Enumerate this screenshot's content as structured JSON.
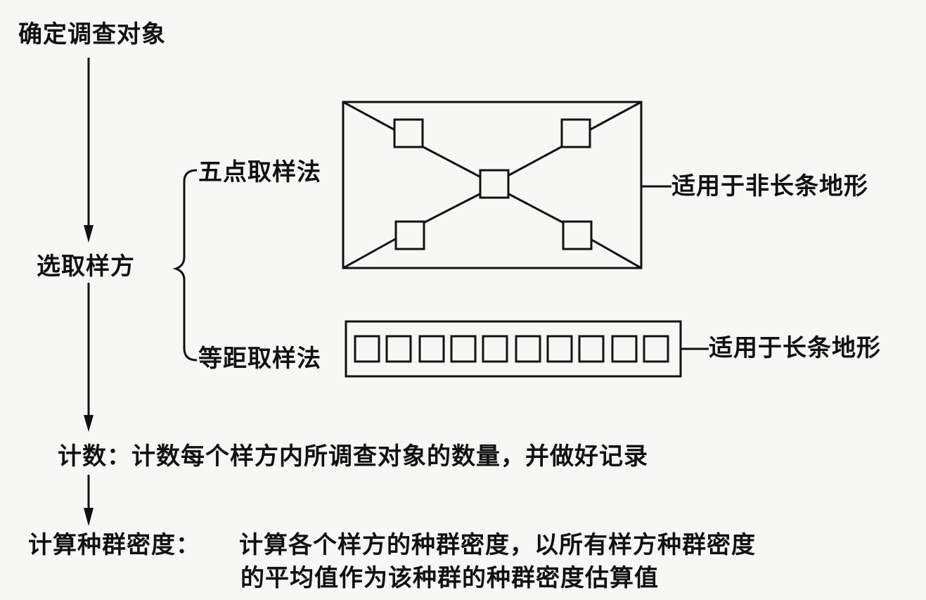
{
  "steps": {
    "step1": "确定调查对象",
    "step2": "选取样方",
    "step3": "计数：计数每个样方内所调查对象的数量，并做好记录",
    "step4_label": "计算种群密度：",
    "step4_line1": "计算各个样方的种群密度，以所有样方种群密度",
    "step4_line2": "的平均值作为该种群的种群密度估算值"
  },
  "methods": [
    {
      "name": "五点取样法",
      "note": "适用于非长条地形",
      "sample_count": 5
    },
    {
      "name": "等距取样法",
      "note": "适用于长条地形",
      "sample_count": 10
    }
  ],
  "colors": {
    "ink": "#111111",
    "paper": "#f7f7f5"
  }
}
